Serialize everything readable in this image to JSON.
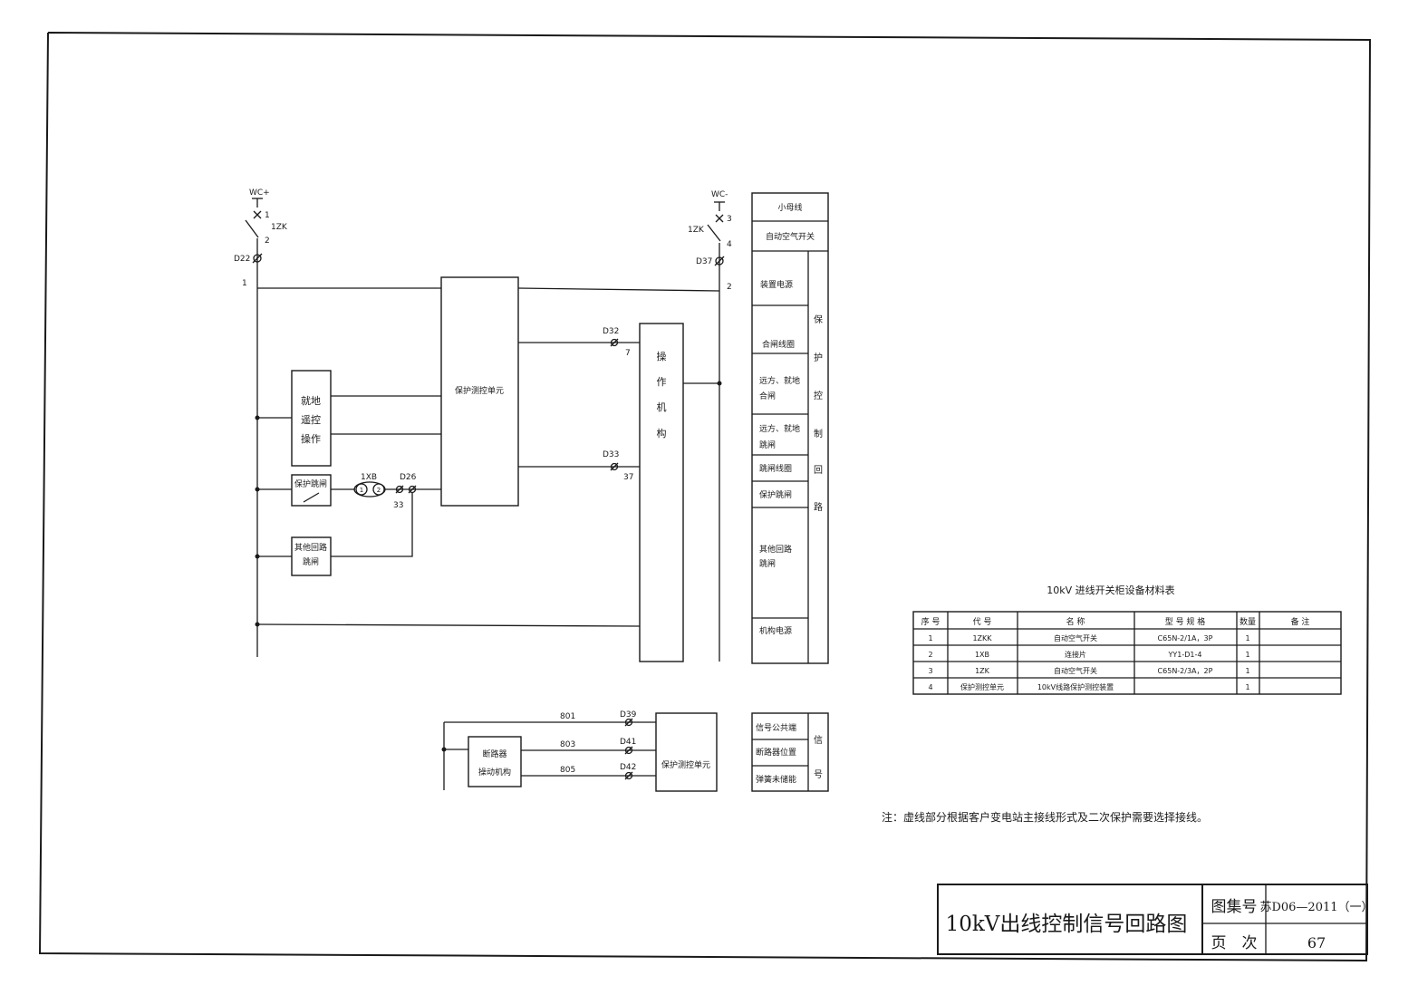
{
  "title_block": {
    "title": "10kV出线控制信号回路图",
    "atlas_label": "图集号",
    "atlas_value": "苏D06—2011（一）",
    "page_label": "页　次",
    "page_value": "67"
  },
  "note": "注：虚线部分根据客户变电站主接线形式及二次保护需要选择接线。",
  "left_circuit": {
    "wc_plus": "WC+",
    "t1": "1",
    "t2": "2",
    "sw_1zk": "1ZK",
    "d22": "D22",
    "n1": "1",
    "local_remote": [
      "就地",
      "遥控",
      "操作"
    ],
    "prot_trip": "保护跳闸",
    "xb": "1XB",
    "xb_c1": "1",
    "xb_c2": "2",
    "d26": "D26",
    "n33": "33",
    "other_trip": [
      "其他回路",
      "跳闸"
    ],
    "prot_unit": "保护测控单元",
    "d32": "D32",
    "n7": "7",
    "d33": "D33",
    "n37": "37",
    "mech": [
      "操",
      "作",
      "机",
      "构"
    ]
  },
  "right_circuit": {
    "wc_minus": "WC-",
    "t3": "3",
    "t4": "4",
    "sw_1zk": "1ZK",
    "d37": "D37",
    "n2": "2"
  },
  "legend": {
    "items": [
      "小母线",
      "自动空气开关",
      "装置电源",
      "合闸线圈",
      "远方、就地|合闸",
      "远方、就地|跳闸",
      "跳闸线圈",
      "保护跳闸",
      "其他回路|跳闸",
      "机构电源"
    ],
    "side_label": [
      "保",
      "护",
      "控",
      "制",
      "回",
      "路"
    ]
  },
  "signal_circuit": {
    "breaker": [
      "断路器",
      "操动机构"
    ],
    "wires": [
      "801",
      "803",
      "805"
    ],
    "terminals": [
      "D39",
      "D41",
      "D42"
    ],
    "unit": "保护测控单元",
    "legend": [
      "信号公共端",
      "断路器位置",
      "弹簧未储能"
    ],
    "side_label": [
      "信",
      "号"
    ]
  },
  "material_table": {
    "caption": "10kV 进线开关柜设备材料表",
    "headers": [
      "序 号",
      "代 号",
      "名 称",
      "型 号 规 格",
      "数量",
      "备 注"
    ],
    "rows": [
      [
        "1",
        "1ZKK",
        "自动空气开关",
        "C65N-2/1A，3P",
        "1",
        ""
      ],
      [
        "2",
        "1XB",
        "连接片",
        "YY1-D1-4",
        "1",
        ""
      ],
      [
        "3",
        "1ZK",
        "自动空气开关",
        "C65N-2/3A，2P",
        "1",
        ""
      ],
      [
        "4",
        "保护测控单元",
        "10kV线路保护测控装置",
        "",
        "1",
        ""
      ]
    ]
  }
}
